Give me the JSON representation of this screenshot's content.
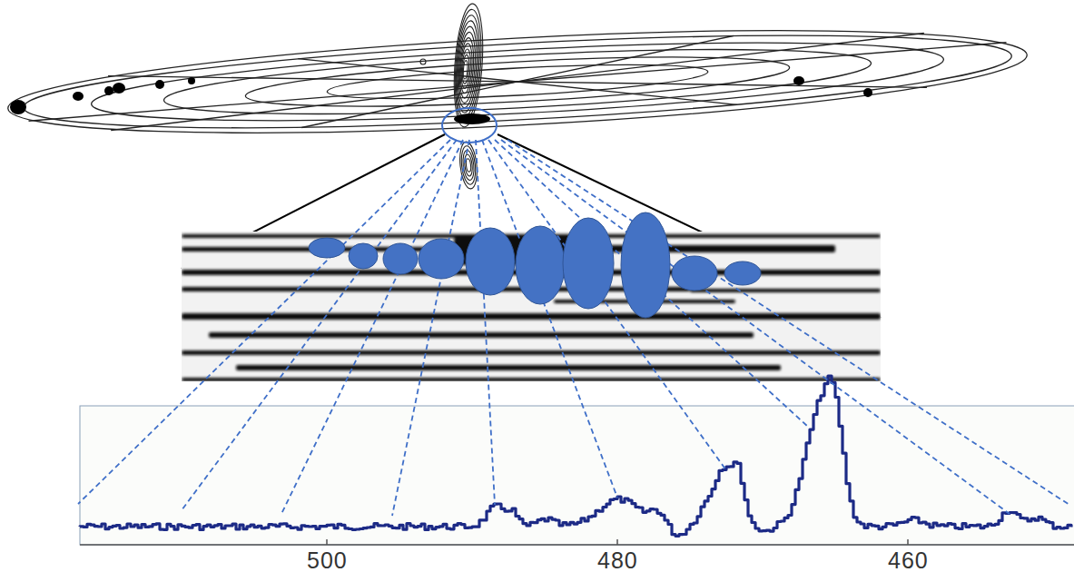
{
  "diagram": {
    "labels": [
      "500",
      "480",
      "460"
    ]
  }
}
